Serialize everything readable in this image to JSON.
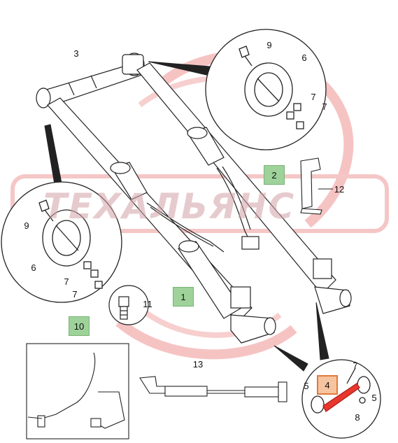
{
  "watermark": {
    "text": "ТЕХАЛЬЯНС",
    "color": "#e02a2a"
  },
  "colors": {
    "line": "#222222",
    "callout_box_green": "#9ed29a",
    "callout_box_orange": "#f6c49e",
    "highlight_part": "#e8372e"
  },
  "callouts": {
    "c3": "3",
    "c9_top": "9",
    "c6_top": "6",
    "c7_top_a": "7",
    "c7_top_b": "7",
    "c2": "2",
    "c12": "12",
    "c9_left": "9",
    "c6_left": "6",
    "c7_left_a": "7",
    "c7_left_b": "7",
    "c11": "11",
    "c1": "1",
    "c10": "10",
    "c13": "13",
    "c4": "4",
    "c7_detail": "7",
    "c5_left": "5",
    "c5_right": "5",
    "c8": "8"
  }
}
